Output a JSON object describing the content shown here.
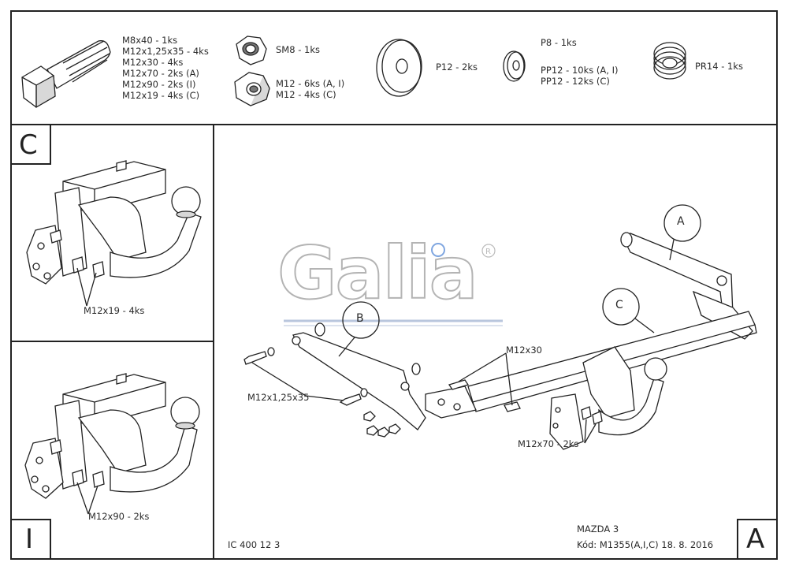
{
  "parts": {
    "bolt": [
      "M8x40 - 1ks",
      "M12x1,25x35 - 4ks",
      "M12x30 - 4ks",
      "M12x70 - 2ks (A)",
      "M12x90 - 2ks (I)",
      "M12x19 - 4ks (C)"
    ],
    "sm8": "SM8 - 1ks",
    "m12": [
      "M12 - 6ks (A, I)",
      "M12 - 4ks (C)"
    ],
    "p12": "P12 - 2ks",
    "p8": "P8 - 1ks",
    "pp12": [
      "PP12 - 10ks (A, I)",
      "PP12 - 12ks (C)"
    ],
    "pr14": "PR14 - 1ks"
  },
  "panels": {
    "c": {
      "letter": "C",
      "label": "M12x19 - 4ks"
    },
    "i": {
      "letter": "I",
      "label": "M12x90 - 2ks"
    }
  },
  "main": {
    "logo": "Galia",
    "callout_a": "A",
    "callout_b": "B",
    "callout_c": "C",
    "label_m12x30": "M12x30",
    "label_m12x125x35": "M12x1,25x35",
    "label_m12x70": "M12x70 - 2ks",
    "code_left": "IC 400 12 3",
    "model": "MAZDA 3",
    "code_right": "Kód: M1355(A,I,C)  18. 8. 2016",
    "corner_letter": "A"
  }
}
